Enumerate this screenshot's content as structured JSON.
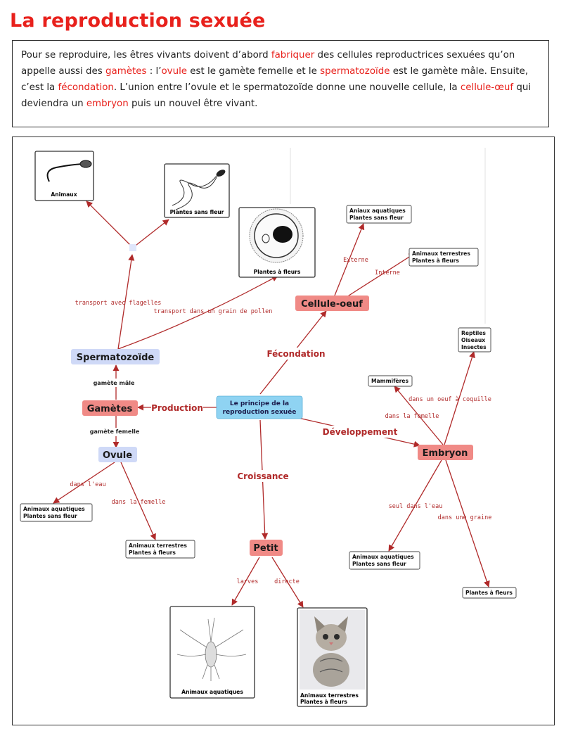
{
  "title": "La reproduction sexuée",
  "intro": {
    "s1": "Pour se reproduire, les êtres vivants doivent d’abord ",
    "h1": "fabriquer",
    "s2": " des cellules reproductrices sexuées qu’on appelle aussi des ",
    "h2": "gamètes",
    "s3": " : l’",
    "h3": "ovule",
    "s4": " est le gamète femelle et le ",
    "h4": "spermatozoïde",
    "s5": " est le gamète mâle. Ensuite,  c’est la ",
    "h5": "fécondation",
    "s6": ". L’union entre l’ovule et le spermatozoïde donne une nouvelle cellule, la ",
    "h6": "cellule-œuf",
    "s7": " qui deviendra un ",
    "h7": "embryon",
    "s8": " puis un nouvel être vivant.",
    "highlight_color": "#e8211c"
  },
  "concepts": {
    "center": [
      "Le principe de la",
      "reproduction sexuée"
    ],
    "spermatozoide": "Spermatozoïde",
    "gametes": "Gamètes",
    "ovule": "Ovule",
    "cellule_oeuf": "Cellule-oeuf",
    "embryon": "Embryon",
    "petit": "Petit"
  },
  "links": {
    "production": "Production",
    "fecondation": "Fécondation",
    "developpement": "Développement",
    "croissance": "Croissance",
    "gamete_male": "gamète mâle",
    "gamete_femelle": "gamète femelle",
    "flagelles": "transport avec flagelles",
    "pollen": "transport dans un grain de pollen",
    "externe": "Externe",
    "interne": "Interne",
    "dans_eau": "dans l'eau",
    "dans_femelle_ovule": "dans la femelle",
    "dans_femelle_emb": "dans la femelle",
    "oeuf_coquille": "dans un oeuf à coquille",
    "seul_eau": "seul dans l'eau",
    "graine": "dans une graine",
    "larves": "larves",
    "directe": "directe"
  },
  "boxes": {
    "animaux": "Animaux",
    "plantes_sans_fleur": "Plantes sans fleur",
    "plantes_a_fleurs": "Plantes à fleurs",
    "aniaux_aquatiques": [
      "Aniaux aquatiques",
      "Plantes sans fleur"
    ],
    "terrestres_oeuf": [
      "Animaux terrestres",
      "Plantes à fleurs"
    ],
    "reptiles": [
      "Reptiles",
      "Oiseaux",
      "Insectes"
    ],
    "mammiferes": "Mammifères",
    "ovule_aquatiques": [
      "Animaux aquatiques",
      "Plantes sans fleur"
    ],
    "ovule_terrestres": [
      "Animaux terrestres",
      "Plantes à fleurs"
    ],
    "emb_aquatiques": [
      "Animaux aquatiques",
      "Plantes sans fleur"
    ],
    "emb_plantes": "Plantes à fleurs",
    "larve_aquatiques": "Animaux aquatiques",
    "chaton": [
      "Animaux terrestres",
      "Plantes à fleurs"
    ]
  },
  "colors": {
    "link": "#b02a2a",
    "concept_red": "#f08a86",
    "concept_blue": "#cfd9f7",
    "center": "#8fd3f2"
  }
}
